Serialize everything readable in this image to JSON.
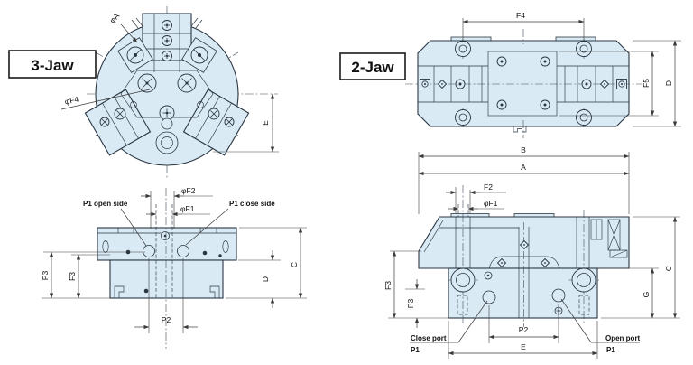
{
  "colors": {
    "background": "#ffffff",
    "body_fill": "#d9eaf5",
    "edge_line": "#2a3642",
    "dim_line": "#3a3a3a",
    "label_text": "#111111"
  },
  "views": {
    "threeJaw": {
      "title": "3-Jaw",
      "front": {
        "phiA": "φA",
        "phiF4": "φF4",
        "E": "E"
      },
      "side": {
        "phiF2": "φF2",
        "phiF1": "φF1",
        "p1OpenSide": "P1 open side",
        "p1CloseSide": "P1 close side",
        "P3": "P3",
        "F3": "F3",
        "D": "D",
        "C": "C",
        "P2": "P2"
      }
    },
    "twoJaw": {
      "title": "2-Jaw",
      "top": {
        "F4": "F4",
        "F5": "F5",
        "D": "D"
      },
      "side": {
        "B": "B",
        "A": "A",
        "F2": "F2",
        "phiF1": "φF1",
        "F3": "F3",
        "P3": "P3",
        "C": "C",
        "G": "G",
        "P2": "P2",
        "E": "E",
        "closePort": "Close port",
        "closePortP1": "P1",
        "openPort": "Open port",
        "openPortP1": "P1"
      }
    }
  }
}
